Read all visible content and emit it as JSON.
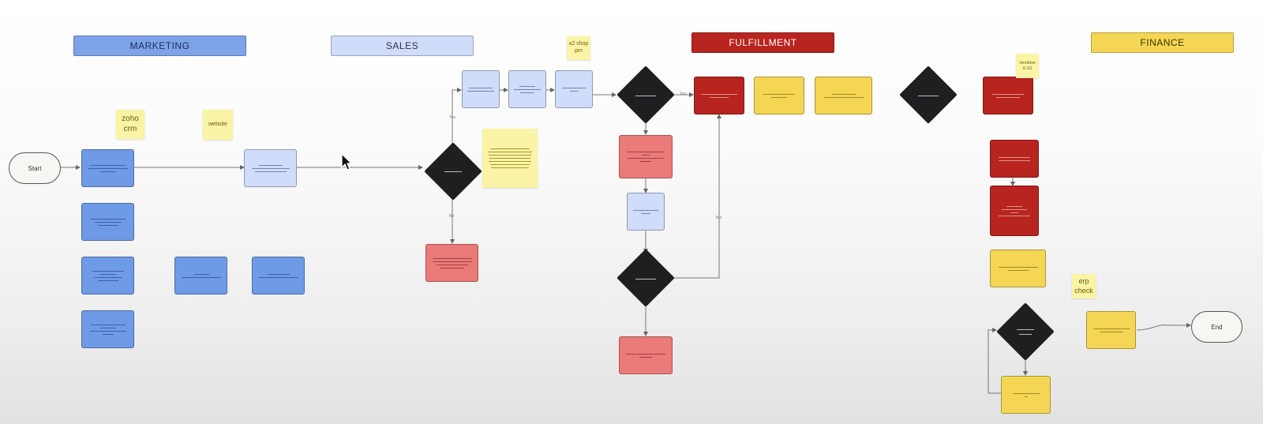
{
  "lanes": {
    "marketing": "MARKETING",
    "sales": "SALES",
    "fulfillment": "FULFILLMENT",
    "finance": "FINANCE"
  },
  "terminals": {
    "start": "Start",
    "end": "End"
  },
  "stickies": {
    "zoho_crm": "zoho\ncrm",
    "website": "website",
    "x2_shop": "x2 shop\npm",
    "finance_note": "Ventitive\nX-X2",
    "erp_check": "erp\ncheck"
  },
  "edge_labels": {
    "yes": "Yes",
    "no": "No"
  },
  "colors": {
    "marketing": "#6f9be6",
    "sales": "#cfdcfa",
    "fulfillment": "#b8241f",
    "finance": "#f4d654",
    "rejected": "#ea7b78",
    "decision": "#1f1f22",
    "sticky": "#fbf3a6"
  },
  "cursor_icon": "pointer-arrow-icon"
}
